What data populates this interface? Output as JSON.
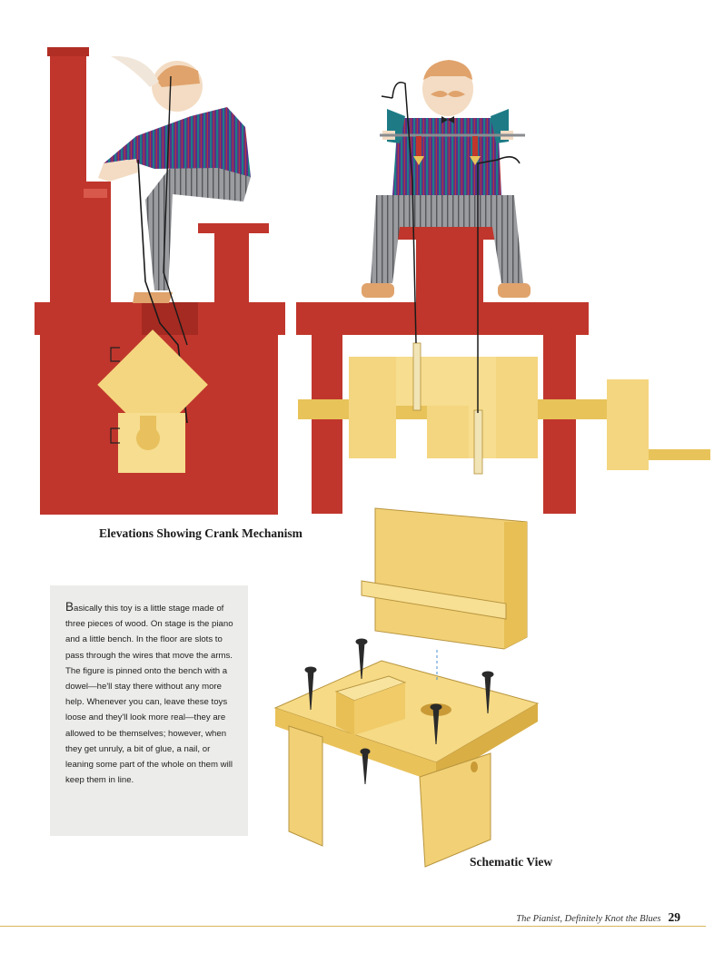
{
  "captions": {
    "elevations": "Elevations Showing Crank Mechanism",
    "schematic": "Schematic View"
  },
  "sidebar": {
    "drop_cap": "B",
    "text": "asically this toy is a little stage made of three pieces of wood. On stage is the piano and a little bench. In the floor are slots to pass through the wires that move the arms. The figure is pinned onto the bench with a dowel—he'll stay there without any more help. Whenever you can, leave these toys loose and they'll look more real—they are allowed to be themselves; however, when they get unruly, a bit of glue, a nail, or leaning some part of the whole on them will keep them in line."
  },
  "footer": {
    "title": "The Pianist, Definitely Knot the Blues",
    "page_number": "29"
  },
  "colors": {
    "stage_red": "#c0362c",
    "wood_yellow": "#f4d680",
    "shirt_purple": "#5b2e8a",
    "shirt_teal": "#1e7b86",
    "pants_grey": "#8a8c90",
    "skin": "#f3dcc3",
    "hair": "#e0a36c",
    "rule_gold": "#d7b65c",
    "sidebar_bg": "#ececea"
  }
}
